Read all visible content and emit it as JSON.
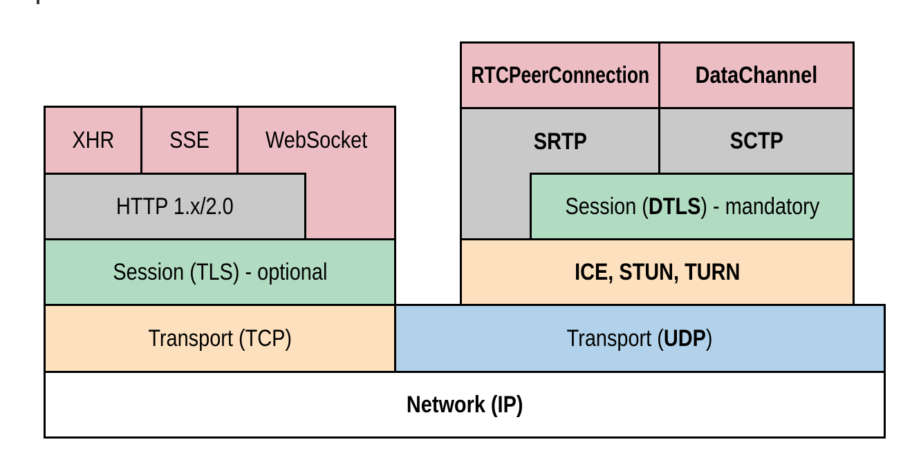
{
  "colors": {
    "pink": "#ecbec3",
    "gray": "#c9c9c9",
    "green": "#b2dcc2",
    "orange": "#fde0bd",
    "blue": "#b1d2ea",
    "line": "#000000",
    "background": "#ffffff",
    "text": "#000000",
    "mark": "#3a3a3e"
  },
  "http_stack": {
    "xhr": "XHR",
    "sse": "SSE",
    "websocket": "WebSocket",
    "http": "HTTP 1.x/2.0",
    "session_tls": "Session (TLS) - optional",
    "transport_tcp": "Transport (TCP)"
  },
  "webrtc_stack": {
    "rtcpeerconnection": "RTCPeerConnection",
    "datachannel": "DataChannel",
    "srtp": "SRTP",
    "sctp": "SCTP",
    "session_dtls": {
      "prefix": "Session (",
      "bold": "DTLS",
      "suffix": ") - mandatory"
    },
    "ice": "ICE, STUN, TURN"
  },
  "shared_layers": {
    "transport_udp": {
      "prefix": "Transport (",
      "bold": "UDP",
      "suffix": ")"
    },
    "network_ip": "Network (IP)"
  }
}
